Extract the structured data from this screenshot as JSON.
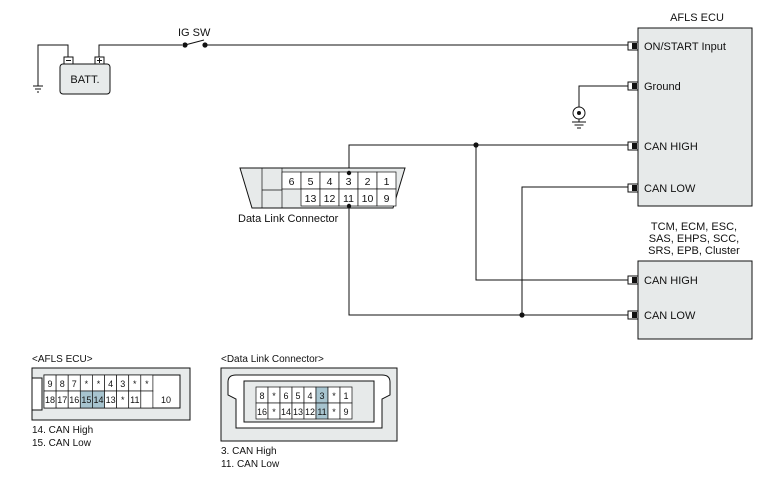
{
  "colors": {
    "module_fill": "#e7eaea",
    "highlight_pin": "#a7c4cf",
    "wire": "#111111"
  },
  "labels": {
    "batt": "BATT.",
    "ig_sw": "IG SW",
    "afls_title": "AFLS ECU",
    "on_start": "ON/START  Input",
    "ground": "Ground",
    "can_high": "CAN HIGH",
    "can_low": "CAN LOW",
    "dlc_label": "Data Link Connector",
    "group_line1": "TCM, ECM, ESC,",
    "group_line2": "SAS, EHPS, SCC,",
    "group_line3": "SRS, EPB, Cluster",
    "group_can_high": "CAN HIGH",
    "group_can_low": "CAN LOW"
  },
  "dlc_pins": {
    "top": [
      "6",
      "5",
      "4",
      "3",
      "2",
      "1"
    ],
    "bottom": [
      "13",
      "12",
      "11",
      "10",
      "9"
    ]
  },
  "afls_connector": {
    "title": "<AFLS ECU>",
    "top": [
      "9",
      "8",
      "7",
      "*",
      "*",
      "4",
      "3",
      "*",
      "*"
    ],
    "bottom": [
      "18",
      "17",
      "16",
      "15",
      "14",
      "13",
      "*",
      "11",
      "10"
    ],
    "notes": [
      "14. CAN High",
      "15. CAN Low"
    ]
  },
  "dlc_connector": {
    "title": "<Data Link Connector>",
    "top": [
      "8",
      "*",
      "6",
      "5",
      "4",
      "3",
      "*",
      "1"
    ],
    "bottom": [
      "16",
      "*",
      "14",
      "13",
      "12",
      "11",
      "*",
      "9"
    ],
    "notes": [
      "3. CAN High",
      "11. CAN Low"
    ]
  }
}
